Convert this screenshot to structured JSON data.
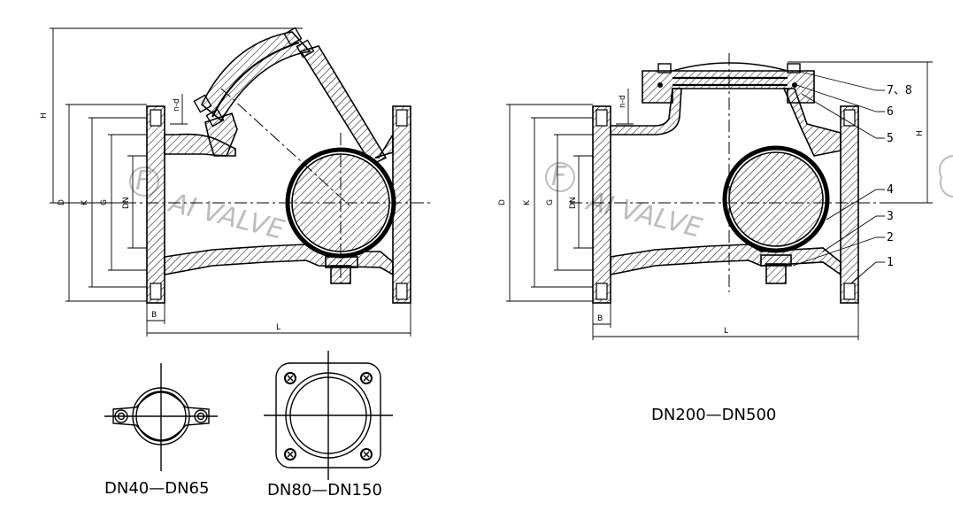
{
  "left_view": {
    "dims": {
      "H": "H",
      "D": "D",
      "K": "K",
      "G": "G",
      "DN": "DN",
      "nd": "n-d",
      "B": "B",
      "L": "L"
    }
  },
  "right_view": {
    "dims": {
      "H": "H",
      "D": "D",
      "K": "K",
      "G": "G",
      "DN": "DN",
      "nd": "n-d",
      "B": "B",
      "L": "L"
    },
    "parts": [
      "1",
      "2",
      "3",
      "4",
      "5",
      "6",
      "7、8"
    ]
  },
  "watermark": "AI VALVE",
  "captions": {
    "small": "DN40—DN65",
    "medium": "DN80—DN150",
    "large": "DN200—DN500"
  }
}
